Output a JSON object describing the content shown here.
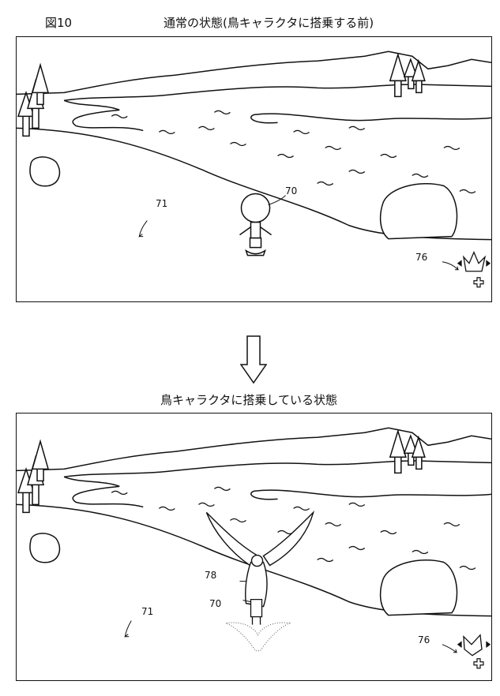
{
  "figure_label": "図10",
  "top_panel": {
    "title": "通常の状態(鳥キャラクタに搭乗する前)",
    "labels": {
      "player": "70",
      "field": "71",
      "icon": "76"
    }
  },
  "bottom_panel": {
    "title": "鳥キャラクタに搭乗している状態",
    "labels": {
      "bird": "78",
      "player": "70",
      "field": "71",
      "icon": "76"
    }
  },
  "icons": [
    "down-arrow-icon",
    "bird-icon",
    "dpad-icon"
  ]
}
